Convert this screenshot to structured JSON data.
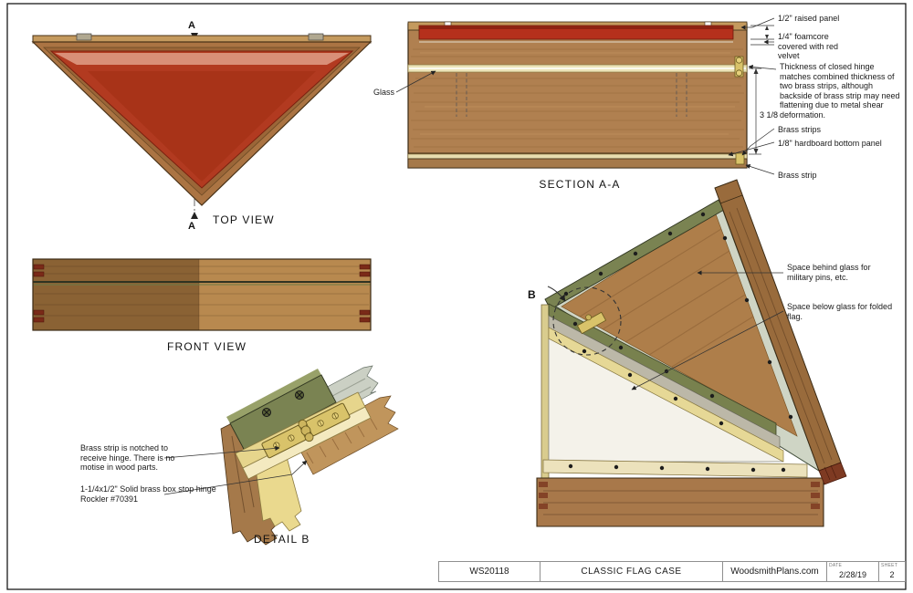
{
  "views": {
    "top_view": {
      "title": "TOP VIEW",
      "marker": "A"
    },
    "front_view": {
      "title": "FRONT VIEW"
    },
    "section": {
      "title": "SECTION A-A",
      "labels": {
        "glass": "Glass",
        "raised_panel": "1/2\" raised panel",
        "foamcore": "1/4\" foamcore covered with red velvet",
        "hinge_note": "Thickness of closed hinge matches combined thickness of two brass strips, although backside of brass strip may need flattening due to metal shear deformation.",
        "dim_height": "3 1/8",
        "brass_strips": "Brass strips",
        "hardboard": "1/8\" hardboard bottom panel",
        "brass_strip": "Brass strip"
      }
    },
    "perspective": {
      "marker": "B",
      "labels": {
        "space_behind": "Space behind glass for military pins, etc.",
        "space_below": "Space below glass for folded flag."
      }
    },
    "detail_b": {
      "title": "DETAIL  B",
      "labels": {
        "notch_note": "Brass strip is notched to receive hinge. There is no motise in wood parts.",
        "hinge_spec": "1-1/4x1/2\" Solid brass box stop hinge Rockler #70391"
      }
    }
  },
  "title_block": {
    "part_no": "WS20118",
    "title": "CLASSIC FLAG CASE",
    "site": "WoodsmithPlans.com",
    "date_label": "DATE",
    "date": "2/28/19",
    "sheet_label": "SHEET",
    "sheet": "2"
  },
  "colors": {
    "flag_red": "#b5301c",
    "flag_red_light": "#d98f78",
    "wood_medium": "#ab7443",
    "wood_dark": "#8a6234",
    "wood_light": "#c49a5e",
    "olive_frame": "#7a8352",
    "brass": "#d9c36a",
    "cream_strip": "#ead98e",
    "glass_gray": "#cdd2c6",
    "maroon_end": "#7e3a22"
  }
}
